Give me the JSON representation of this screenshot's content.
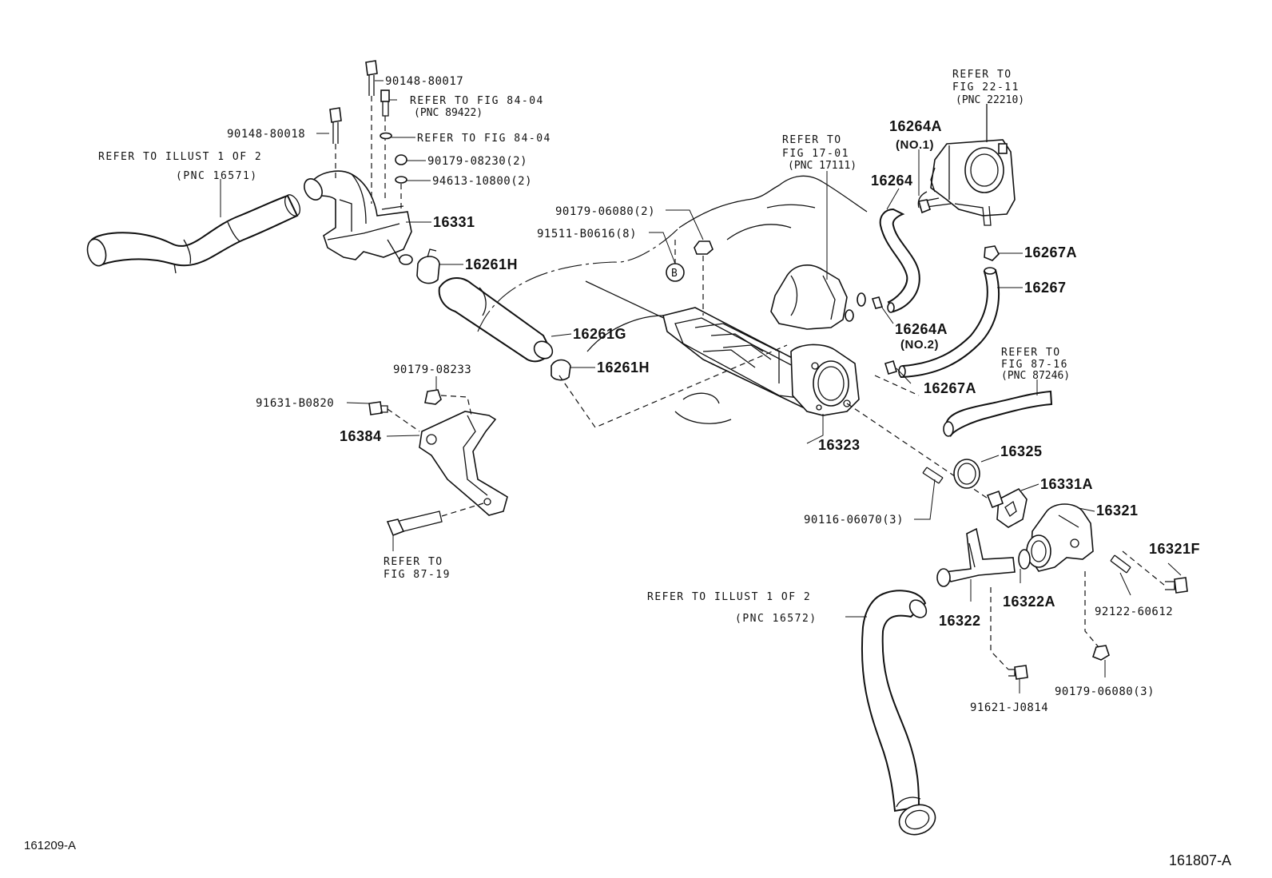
{
  "diagram": {
    "footer_left": "161209-A",
    "footer_right": "161807-A",
    "labels": {
      "p90148_80017": "90148-80017",
      "ref_84_04_a": "REFER TO FIG 84-04",
      "pnc_89422": "(PNC 89422)",
      "ref_84_04_b": "REFER TO FIG 84-04",
      "p90148_80018": "90148-80018",
      "p90179_08230": "90179-08230(2)",
      "p94613_10800": "94613-10800(2)",
      "ref_illust_top": "REFER TO ILLUST 1 OF 2",
      "pnc_16571": "(PNC 16571)",
      "p16331": "16331",
      "p16261H_a": "16261H",
      "p16261G": "16261G",
      "p16261H_b": "16261H",
      "p90179_06080_2": "90179-06080(2)",
      "p91511_B0616": "91511-B0616(8)",
      "ref_17_01_a": "REFER TO",
      "ref_17_01_b": "FIG 17-01",
      "pnc_17111": "(PNC 17111)",
      "ref_22_11_a": "REFER TO",
      "ref_22_11_b": "FIG 22-11",
      "pnc_22210": "(PNC 22210)",
      "p16264A_top": "16264A",
      "no1": "(NO.1)",
      "p16264": "16264",
      "p16267A_top": "16267A",
      "p16267": "16267",
      "p16264A_mid": "16264A",
      "no2": "(NO.2)",
      "ref_87_16_a": "REFER TO",
      "ref_87_16_b": "FIG 87-16",
      "pnc_87246": "(PNC 87246)",
      "p16267A_mid": "16267A",
      "p90179_08233": "90179-08233",
      "p91631_B0820": "91631-B0820",
      "p16384": "16384",
      "ref_87_19_a": "REFER TO",
      "ref_87_19_b": "FIG 87-19",
      "p16323": "16323",
      "p16325": "16325",
      "p16331A": "16331A",
      "p16321": "16321",
      "p90116_06070": "90116-06070(3)",
      "p16321F": "16321F",
      "ref_illust_bottom": "REFER TO ILLUST 1 OF 2",
      "pnc_16572": "(PNC 16572)",
      "p16322A": "16322A",
      "p16322": "16322",
      "p92122_60612": "92122-60612",
      "p90179_06080_3": "90179-06080(3)",
      "p91621_J0814": "91621-J0814",
      "marker_b": "B"
    }
  }
}
